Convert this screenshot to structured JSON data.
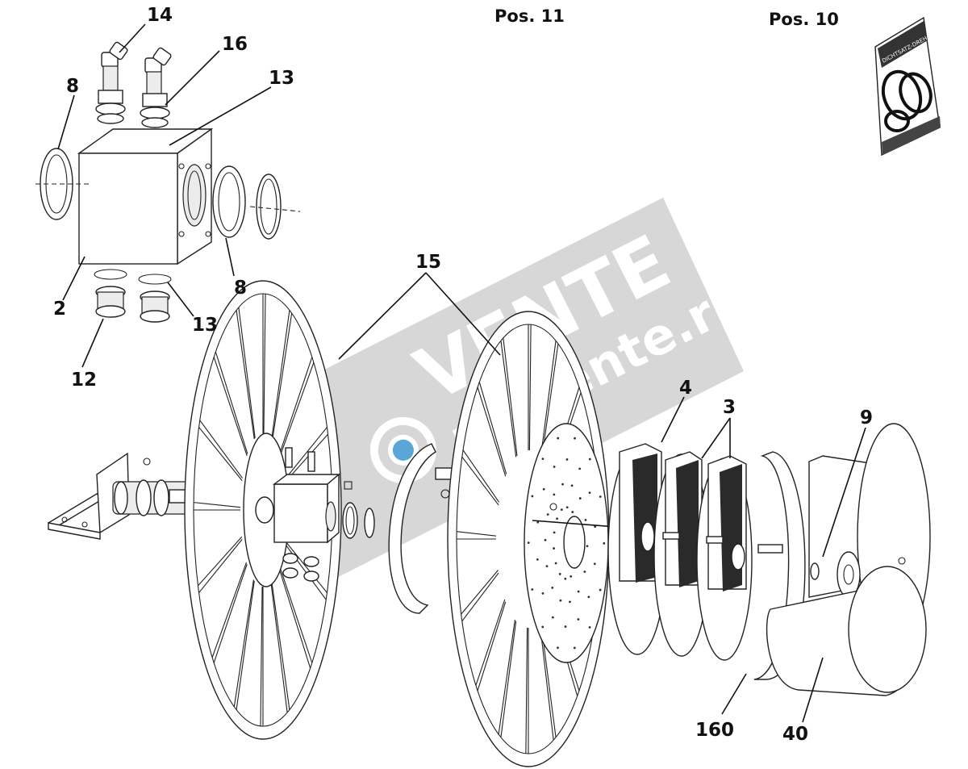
{
  "positions": {
    "pos11": "Pos. 11",
    "pos10": "Pos. 10"
  },
  "callouts": {
    "c14": "14",
    "c16": "16",
    "c13_top": "13",
    "c8_top": "8",
    "c8_right": "8",
    "c2": "2",
    "c13_bottom": "13",
    "c12": "12",
    "c15": "15",
    "c4": "4",
    "c3": "3",
    "c9": "9",
    "c160": "160",
    "c40": "40"
  },
  "kit_label": "DICHTSATZ-DREH. KIT",
  "watermark": {
    "brand": "VENTE",
    "url": "movente.ru"
  }
}
